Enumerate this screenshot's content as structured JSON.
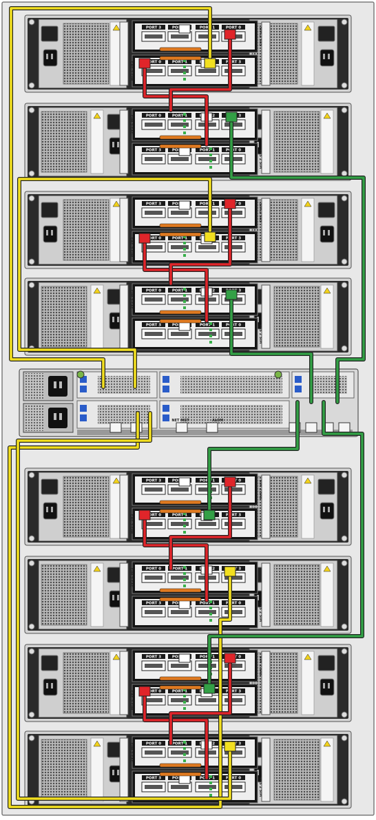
{
  "diagram": {
    "background": "#e8e8e8",
    "border": "#7a7a7a",
    "colors": {
      "shelf_body": "#2a2a2a",
      "shelf_frame": "#d4d4d4",
      "grille": "#9a9a9a",
      "module_light": "#efefef",
      "port_label_bg": "#1a1a1a",
      "led_green": "#38b04a",
      "cable_yellow": "#f2df20",
      "cable_red": "#e0252a",
      "cable_green": "#33a046",
      "cable_outline": "#222222",
      "handle_orange": "#e07a20",
      "controller_body": "#d9d9d9",
      "controller_dark": "#333333",
      "port_blue": "#2a5cc9"
    }
  },
  "labels": {
    "port_0": "PORT 0",
    "port_1": "PORT 1",
    "port_2": "PORT 2",
    "port_3": "PORT 3",
    "sim_a": "SIM 2 SAS",
    "sim_b": "SAS 2 SIM",
    "alom": "ALOM",
    "net_mgt": "NET MGT"
  },
  "shelves": [
    {
      "id": "shelf-1",
      "orientation": "normal"
    },
    {
      "id": "shelf-2",
      "orientation": "flipped"
    },
    {
      "id": "shelf-3",
      "orientation": "normal"
    },
    {
      "id": "shelf-4",
      "orientation": "flipped"
    },
    {
      "id": "shelf-5",
      "orientation": "normal"
    },
    {
      "id": "shelf-6",
      "orientation": "flipped"
    },
    {
      "id": "shelf-7",
      "orientation": "normal"
    },
    {
      "id": "shelf-8",
      "orientation": "flipped"
    }
  ],
  "controller": {
    "id": "storage-controller"
  },
  "cables": [
    {
      "id": "yellow-loop-top",
      "color": "yellow"
    },
    {
      "id": "yellow-loop-mid",
      "color": "yellow"
    },
    {
      "id": "yellow-loop-lower-a",
      "color": "yellow"
    },
    {
      "id": "yellow-loop-lower-b",
      "color": "yellow"
    },
    {
      "id": "red-link-1",
      "color": "red"
    },
    {
      "id": "red-link-2",
      "color": "red"
    },
    {
      "id": "red-link-3",
      "color": "red"
    },
    {
      "id": "red-link-4",
      "color": "red"
    },
    {
      "id": "green-link-upper-a",
      "color": "green"
    },
    {
      "id": "green-link-upper-b",
      "color": "green"
    },
    {
      "id": "green-link-lower-a",
      "color": "green"
    },
    {
      "id": "green-link-lower-b",
      "color": "green"
    }
  ]
}
